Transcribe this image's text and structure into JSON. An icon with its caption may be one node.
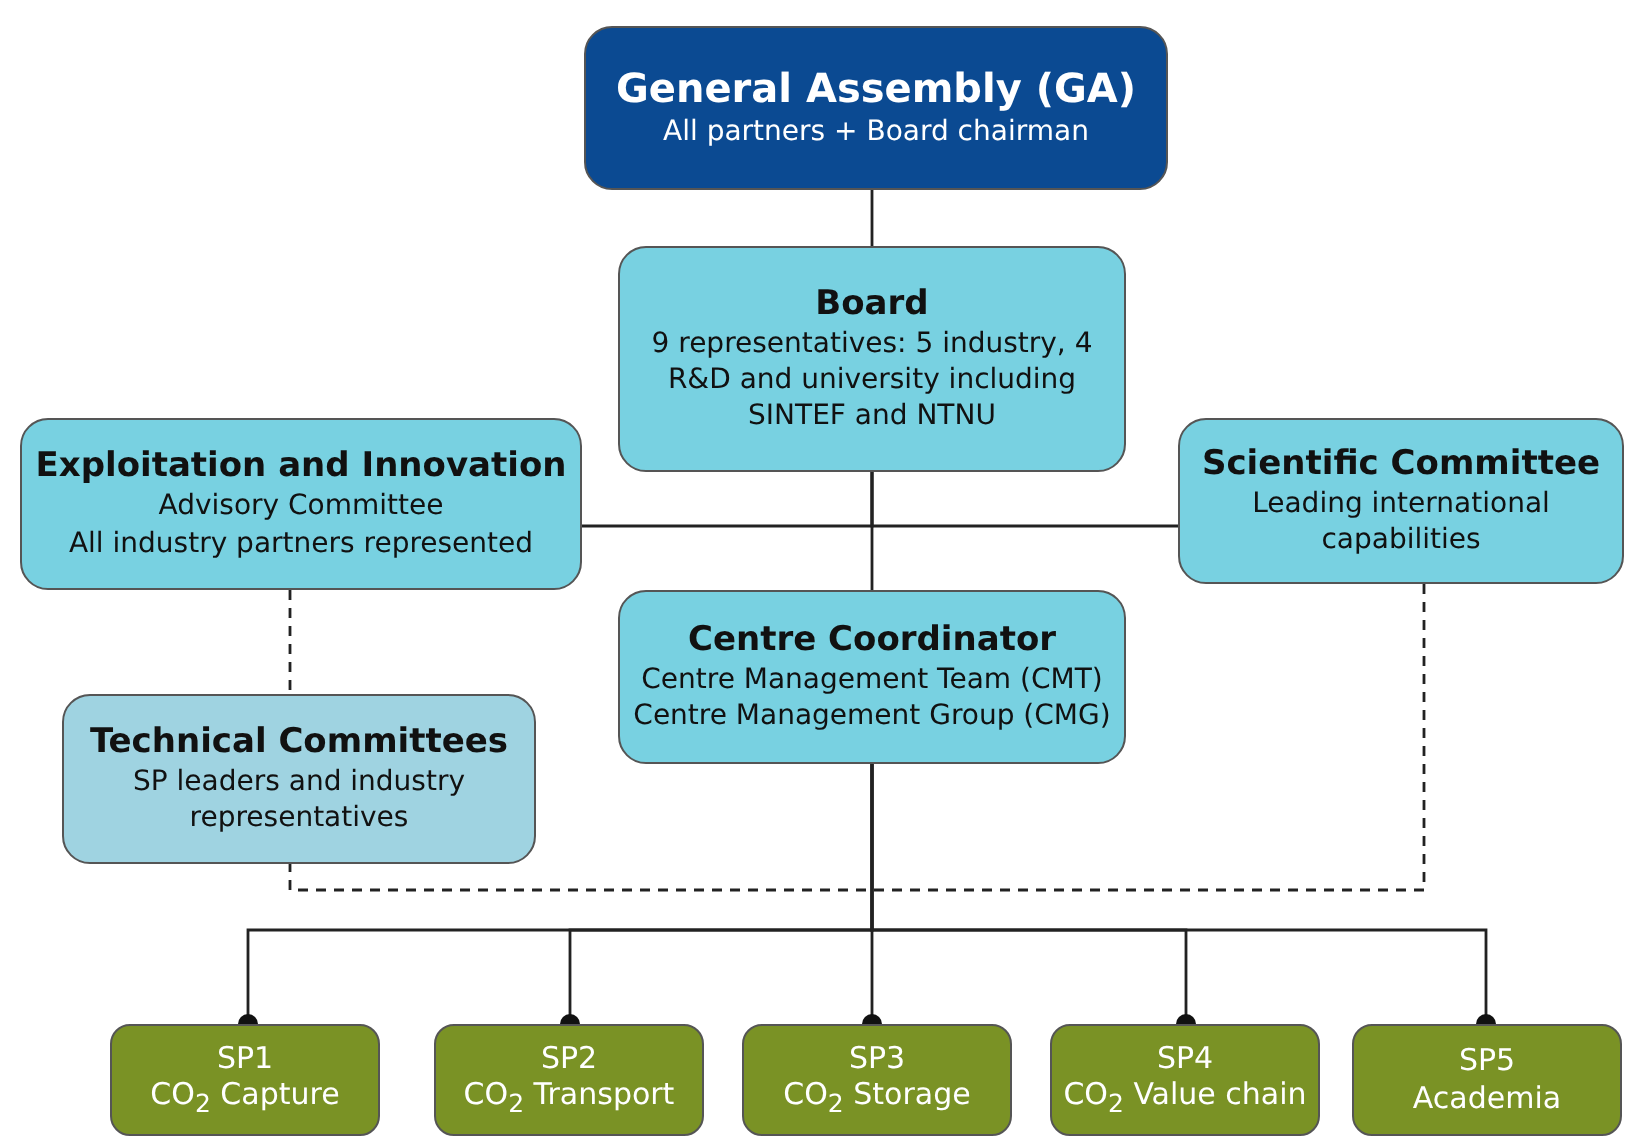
{
  "diagram": {
    "nodes": [
      {
        "text": [
          "General Assembly (GA)",
          "All partners + Board chairman"
        ]
      },
      {
        "text": [
          "Board",
          "9 representatives: 5 industry, 4 R&D and university including SINTEF and NTNU"
        ]
      },
      {
        "text": [
          "Exploitation and Innovation",
          "Advisory Committee",
          "All industry partners represented"
        ]
      },
      {
        "text": [
          "Scientific Committee",
          "Leading international capabilities"
        ]
      },
      {
        "text": [
          "Centre Coordinator",
          "Centre Management Team (CMT)",
          "Centre Management Group (CMG)"
        ]
      },
      {
        "text": [
          "Technical Committees",
          "SP leaders and industry representatives"
        ]
      },
      {
        "text": [
          "SP1",
          "CO$_{2}$ Capture"
        ]
      },
      {
        "text": [
          "SP2",
          "CO$_{2}$ Transport"
        ]
      },
      {
        "text": [
          "SP3",
          "CO$_{2}$ Storage"
        ]
      },
      {
        "text": [
          "SP4",
          "CO$_{2}$ Value chain"
        ]
      },
      {
        "text": [
          "SP5",
          "Academia"
        ]
      }
    ],
    "edges": [
      {
        "from": 0,
        "to": 1,
        "arrow": "none"
      },
      {
        "from": 1,
        "to": 4,
        "arrow": "none"
      },
      {
        "from": 1,
        "to": 2,
        "arrow": "none"
      },
      {
        "from": 1,
        "to": 3,
        "arrow": "none"
      },
      {
        "from": 4,
        "to": 6,
        "arrow": "other"
      },
      {
        "from": 4,
        "to": 7,
        "arrow": "other"
      },
      {
        "from": 4,
        "to": 8,
        "arrow": "other"
      },
      {
        "from": 4,
        "to": 9,
        "arrow": "other"
      },
      {
        "from": 4,
        "to": 10,
        "arrow": "other"
      },
      {
        "from": 2,
        "to": 5,
        "arrow": "none",
        "style": "dashed"
      },
      {
        "from": 3,
        "to": 5,
        "arrow": "none",
        "style": "dashed"
      }
    ]
  }
}
